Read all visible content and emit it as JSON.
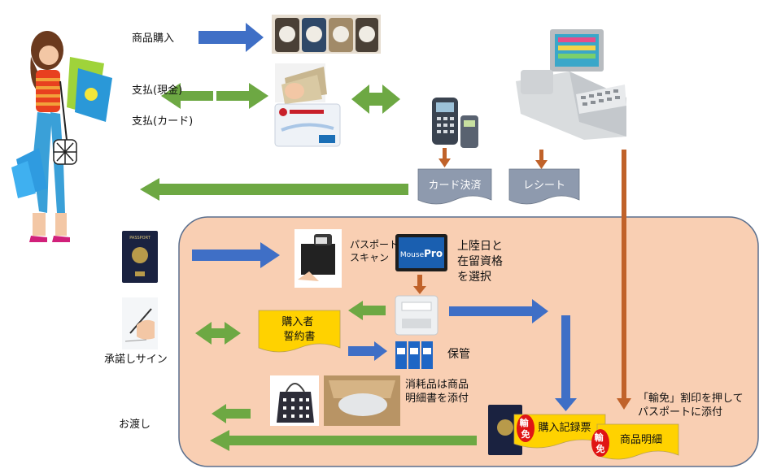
{
  "labels": {
    "purchase": "商品購入",
    "pay_cash": "支払(現金)",
    "pay_card": "支払(カード)",
    "card_settlement": "カード決済",
    "receipt": "レシート",
    "passport_scan": "パスポート\nスキャン",
    "select_entry": "上陸日と\n在留資格\nを選択",
    "buyer_pledge": "購入者\n誓約書",
    "consent_sign": "承諾しサイン",
    "storage": "保管",
    "consumables_note": "消耗品は商品\n明細書を添付",
    "handover": "お渡し",
    "stamp_note": "「輸免」割印を押して\nパスポートに添付",
    "purchase_record": "購入記録票",
    "item_detail": "商品明細",
    "stamp_mark": "輸\n免",
    "device_brand_plain": "Mouse",
    "device_brand_bold": "Pro",
    "passport_word": "PASSPORT"
  },
  "colors": {
    "blue_arrow": "#3f6fc6",
    "green_arrow": "#6da843",
    "brown_arrow": "#c0622a",
    "panel_fill": "#f9cfb3",
    "doc_gray": "#8e9aae",
    "doc_yellow": "#ffd200",
    "stamp_red": "#e01414"
  }
}
